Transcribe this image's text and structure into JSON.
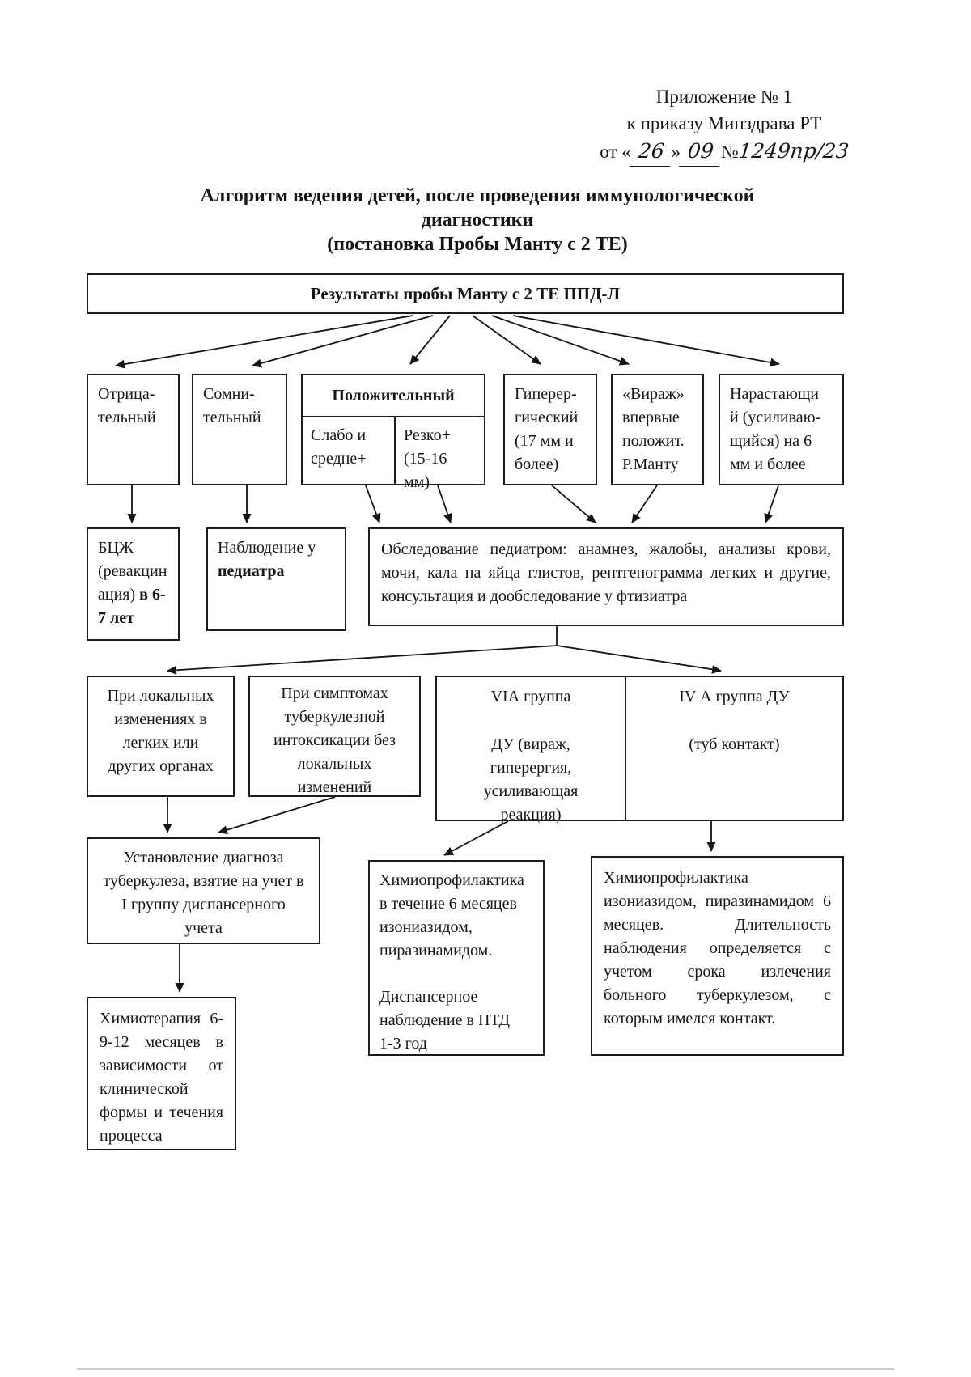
{
  "colors": {
    "ink": "#1b1b1b",
    "paper": "#ffffff"
  },
  "header": {
    "line1": "Приложение № 1",
    "line2": "к приказу Минздрава РТ",
    "line3_prefix": "от «",
    "line3_day": "26",
    "line3_close": "»",
    "line3_month": "09",
    "line3_numsign": "№",
    "line3_number": "1249пр/23"
  },
  "title": {
    "line1": "Алгоритм ведения детей, после проведения иммунологической",
    "line2": "диагностики",
    "line3": "(постановка Пробы Манту с 2 ТЕ)"
  },
  "flowchart": {
    "root": "Результаты пробы Манту с 2 ТЕ ППД-Л",
    "negative": "Отрица-\nтельный",
    "doubtful": "Сомни-\nтельный",
    "positive_title": "Положительный",
    "positive_weak": "Слабо и\nсредне+",
    "positive_sharp": "Резко+\n(15-16 мм)",
    "hyperergic": "Гиперер-\nгический\n(17 мм и\nболее)",
    "virage": "«Вираж»\nвпервые\nположит.\nР.Манту",
    "increasing": "Нарастающи\nй (усиливаю-\nщийся) на 6\nмм и более",
    "bcg_normal": "БЦЖ\n(ревакцин\nация) ",
    "bcg_bold": "в 6-\n7 лет",
    "pediatric_normal": "Наблюдение у",
    "pediatric_bold": "педиатра",
    "examination": "Обследование педиатром: анамнез, жалобы, анализы крови, мочи, кала на яйца глистов, рентгенограмма легких и другие, консультация и дообследование у фтизиатра",
    "local_changes": "При локальных\nизменениях в\nлегких или\nдругих органах",
    "intoxication": "При симптомах\nтуберкулезной\nинтоксикации без\nлокальных\nизменений",
    "group6a_title": "VIА группа",
    "group6a_body": "ДУ (вираж,\nгиперергия,\nусиливающая\nреакция)",
    "group4a_title": "IV А группа ДУ",
    "group4a_body": "(туб контакт)",
    "diagnosis": "Установление диагноза\nтуберкулеза, взятие на учет в\nI группу диспансерного\nучета",
    "chemo6_p1": "Химиопрофилактика\nв течение 6 месяцев\nизониазидом,\nпиразинамидом.",
    "chemo6_p2": "Диспансерное\nнаблюдение в ПТД\n1-3 год",
    "chemo4": "Химиопрофилактика изониазидом, пиразинамидом 6 месяцев. Длительность наблюдения определяется с учетом срока излечения больного туберкулезом, с которым имелся контакт.",
    "chemotherapy": "Химиотерапия 6-9-12 месяцев в зависимости от клинической формы и течения процесса"
  }
}
